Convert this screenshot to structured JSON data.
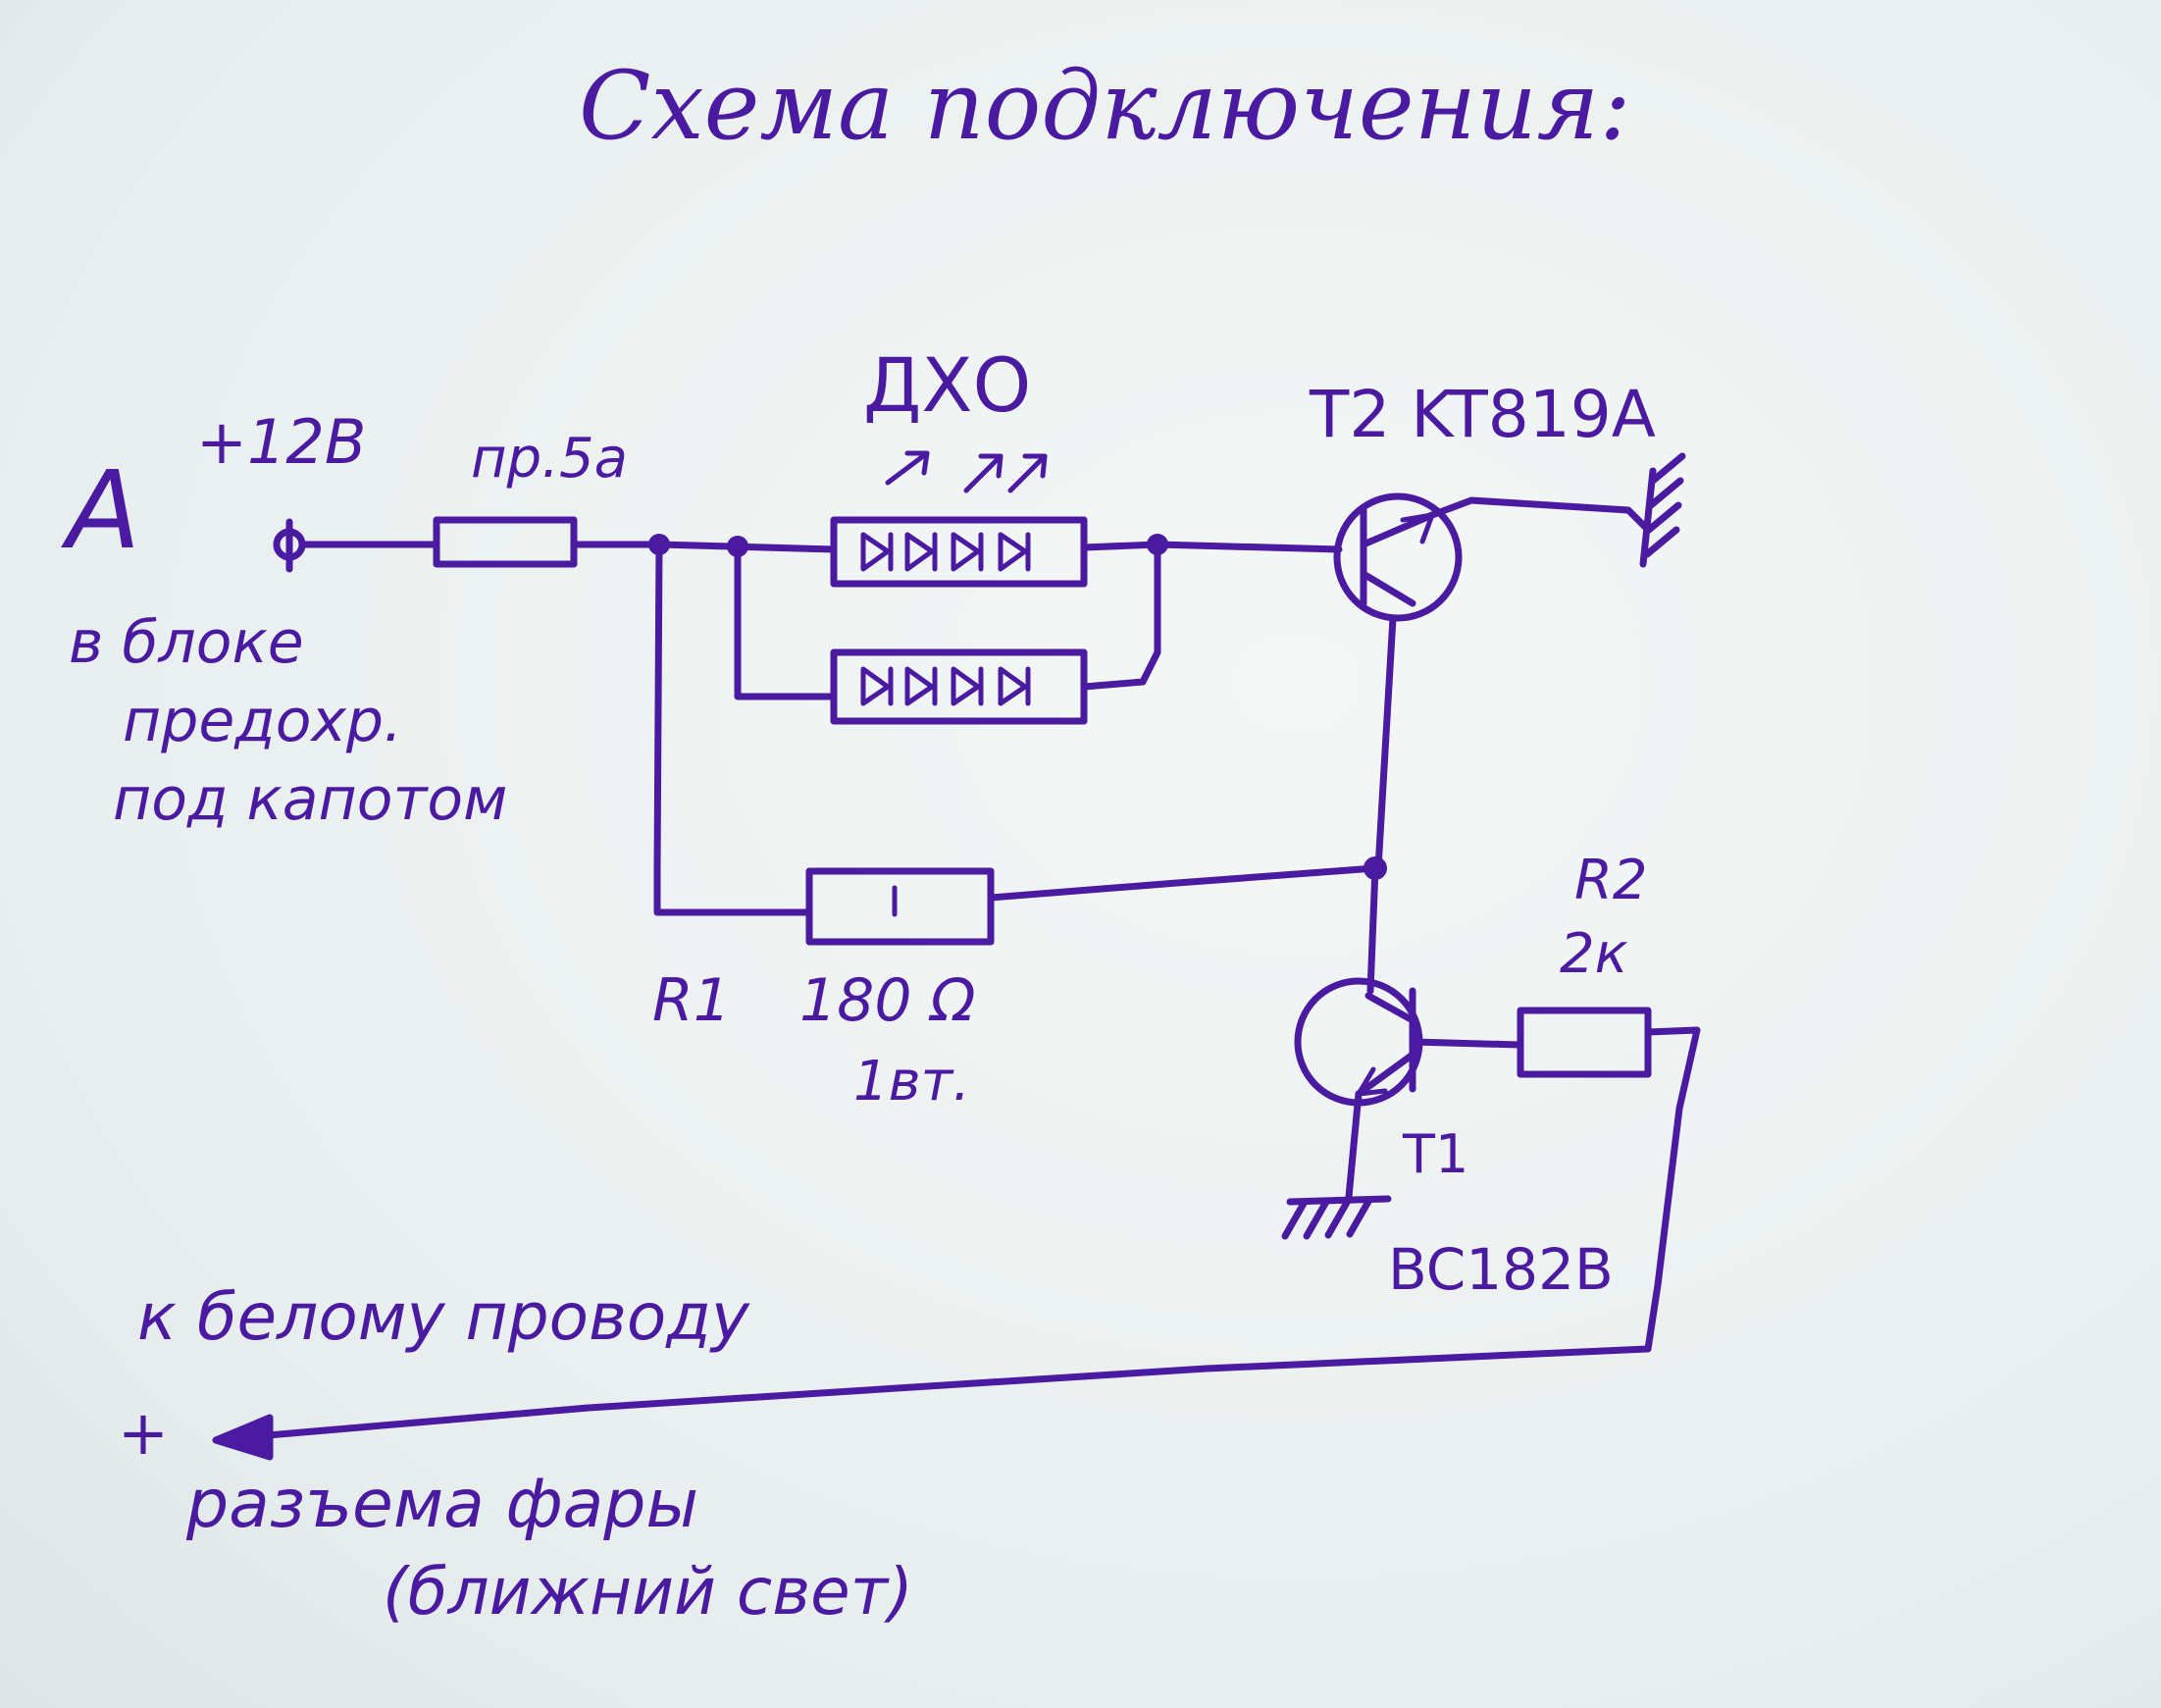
{
  "title": "Схема подключения:",
  "labels": {
    "point_a": "А",
    "supply": "+12В",
    "fuse": "пр.5а",
    "fuse_location": [
      "в блоке",
      "предохр.",
      "под капотом"
    ],
    "drl": "ДХО",
    "t2": "T2 KT819A",
    "r2": "R2",
    "r2_value": "2к",
    "r1": "R1",
    "r1_value": "180 Ω",
    "r1_power": "1вт.",
    "t1": "T1",
    "t1_part": "BC182B",
    "plus": "+",
    "to_white_wire": "к белому проводу",
    "headlight_connector": "разъема фары",
    "low_beam": "(ближний свет)"
  },
  "colors": {
    "ink": "#4a1aa0",
    "paper": "#eef2f2"
  }
}
